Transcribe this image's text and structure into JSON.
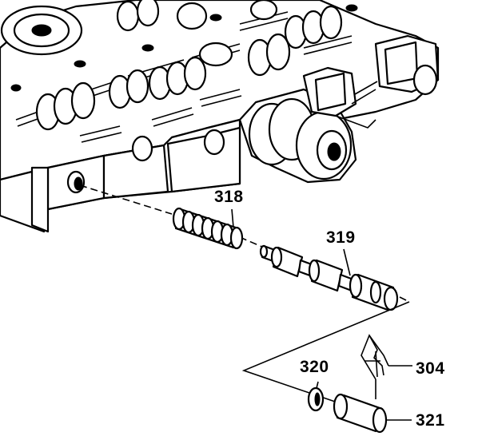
{
  "callouts": {
    "c318": "318",
    "c319": "319",
    "c320": "320",
    "c304": "304",
    "c321": "321"
  }
}
